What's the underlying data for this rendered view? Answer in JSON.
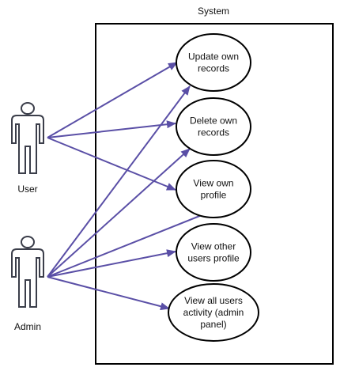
{
  "system": {
    "label": "System"
  },
  "actors": [
    {
      "id": "user",
      "label": "User"
    },
    {
      "id": "admin",
      "label": "Admin"
    }
  ],
  "use_cases": [
    {
      "id": "uc1",
      "lines": [
        "Update own",
        "records"
      ]
    },
    {
      "id": "uc2",
      "lines": [
        "Delete own",
        "records"
      ]
    },
    {
      "id": "uc3",
      "lines": [
        "View own",
        "profile"
      ]
    },
    {
      "id": "uc4",
      "lines": [
        "View other",
        "users profile"
      ]
    },
    {
      "id": "uc5",
      "lines": [
        "View all users",
        "activity (admin",
        "panel)"
      ]
    }
  ],
  "associations": [
    {
      "from": "user",
      "to": "uc1"
    },
    {
      "from": "user",
      "to": "uc2"
    },
    {
      "from": "user",
      "to": "uc3"
    },
    {
      "from": "admin",
      "to": "uc1"
    },
    {
      "from": "admin",
      "to": "uc2"
    },
    {
      "from": "admin",
      "to": "uc3"
    },
    {
      "from": "admin",
      "to": "uc4"
    },
    {
      "from": "admin",
      "to": "uc5"
    }
  ],
  "colors": {
    "association": "#5a4fa6",
    "actor_outline": "#3b3e4a",
    "boundary": "#000000"
  }
}
